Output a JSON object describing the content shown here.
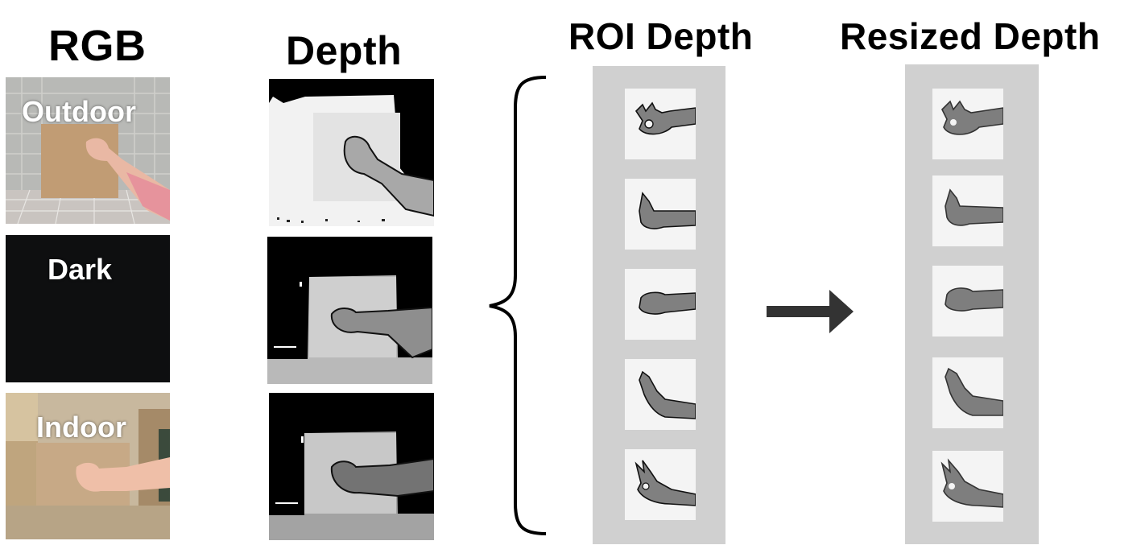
{
  "titles": {
    "rgb": "RGB",
    "depth": "Depth",
    "roi_depth": "ROI Depth",
    "resized_depth": "Resized Depth"
  },
  "rgb_panels": [
    {
      "label": "Outdoor"
    },
    {
      "label": "Dark"
    },
    {
      "label": "Indoor"
    }
  ],
  "colors": {
    "strip_bg": "#d0d0d0",
    "hand_gray": "#808080",
    "arrow": "#333333"
  },
  "roi_gestures": [
    "ok",
    "thumb-up",
    "fist",
    "point",
    "v-sign"
  ]
}
